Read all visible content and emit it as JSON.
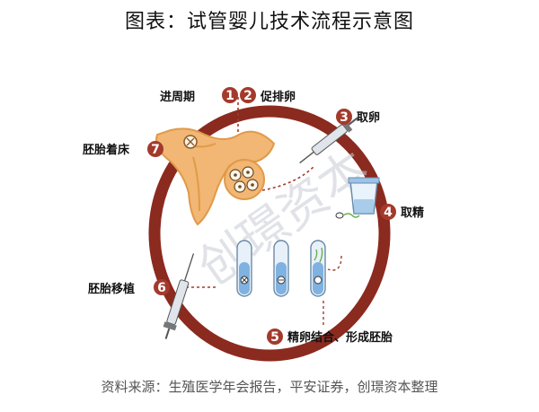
{
  "title": "图表：试管婴儿技术流程示意图",
  "source": "资料来源：生殖医学年会报告，平安证券，创璟资本整理",
  "watermark": "创璟资本",
  "steps": [
    {
      "num": "1",
      "label": "进周期"
    },
    {
      "num": "2",
      "label": "促排卵"
    },
    {
      "num": "3",
      "label": "取卵"
    },
    {
      "num": "4",
      "label": "取精"
    },
    {
      "num": "5",
      "label": "精卵结合、形成胚胎"
    },
    {
      "num": "6",
      "label": "胚胎移植"
    },
    {
      "num": "7",
      "label": "胚胎着床"
    }
  ],
  "colors": {
    "ring": "#8b2a1f",
    "badge": "#a33a2c",
    "uterus": "#f2b774",
    "uterus_dark": "#e09a4a",
    "tube_liquid": "#7fb2e0"
  }
}
